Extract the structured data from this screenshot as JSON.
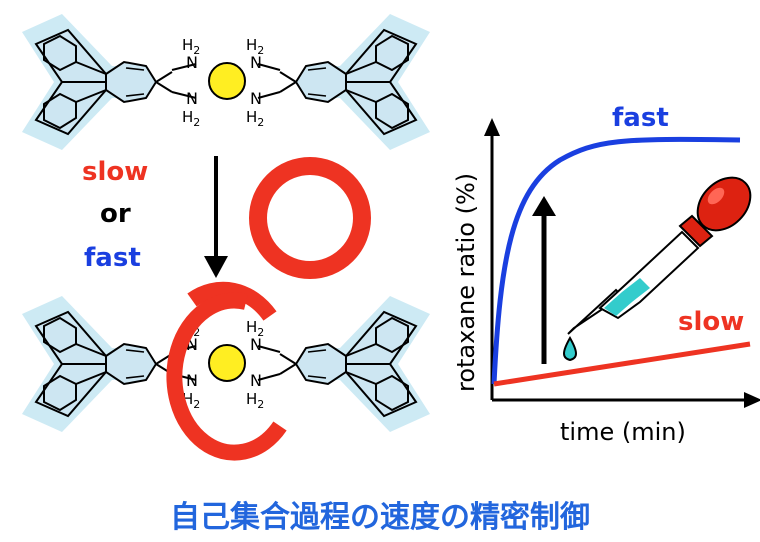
{
  "colors": {
    "accent_red": "#ee3322",
    "accent_blue": "#1a3fe0",
    "caption_blue": "#2266dd",
    "halo": "#cdeaf4",
    "molecule_fill": "#cde6f2",
    "center_ball": "#ffee22",
    "dropper_bulb": "#dd2211",
    "liquid": "#33cccc"
  },
  "molecule": {
    "nh2_label": "H2",
    "n_label": "N"
  },
  "labels": {
    "slow": "slow",
    "or": "or",
    "fast": "fast"
  },
  "graph": {
    "ylabel": "rotaxane ratio (%)",
    "xlabel": "time  (min)",
    "fast_label": "fast",
    "slow_label": "slow"
  },
  "caption": "自己集合過程の速度の精密制御",
  "icons": {
    "dropper": "dropper-icon",
    "droplet": "droplet-icon",
    "ring": "macrocycle-ring-icon"
  }
}
